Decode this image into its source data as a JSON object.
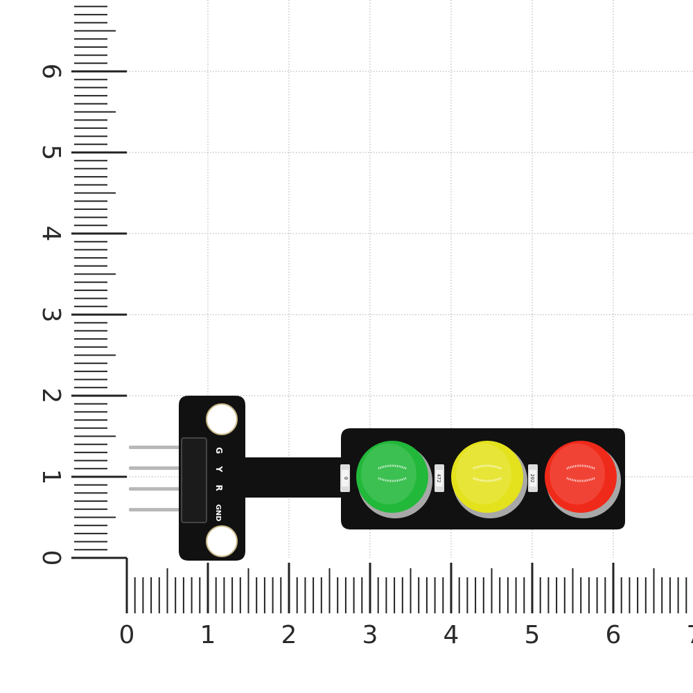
{
  "rulers": {
    "horizontal_labels": [
      "0",
      "1",
      "2",
      "3",
      "4",
      "5",
      "6",
      "7"
    ],
    "vertical_labels": [
      "0",
      "1",
      "2",
      "3",
      "4",
      "5",
      "6"
    ],
    "grid": true
  },
  "module": {
    "pin_labels": [
      "G",
      "Y",
      "R",
      "GND"
    ],
    "resistor_labels": [
      "0",
      "472",
      "202"
    ],
    "leds": [
      {
        "name": "green",
        "color": "#22b83a"
      },
      {
        "name": "yellow",
        "color": "#e4e21c"
      },
      {
        "name": "red",
        "color": "#f02a1a"
      }
    ],
    "board_color": "#111111"
  }
}
